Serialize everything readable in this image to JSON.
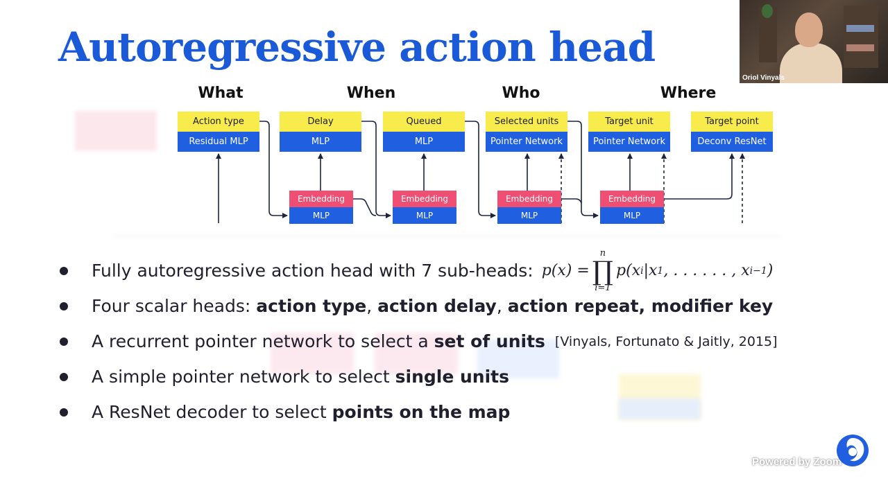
{
  "slide": {
    "title": "Autoregressive action head"
  },
  "columns": {
    "what": "What",
    "when": "When",
    "who": "Who",
    "where": "Where"
  },
  "heads": [
    {
      "top": "Action type",
      "bottom": "Residual MLP"
    },
    {
      "top": "Delay",
      "bottom": "MLP"
    },
    {
      "top": "Queued",
      "bottom": "MLP"
    },
    {
      "top": "Selected units",
      "bottom": "Pointer Network"
    },
    {
      "top": "Target unit",
      "bottom": "Pointer Network"
    },
    {
      "top": "Target point",
      "bottom": "Deconv ResNet"
    }
  ],
  "embeddings": [
    {
      "top": "Embedding",
      "bottom": "MLP"
    },
    {
      "top": "Embedding",
      "bottom": "MLP"
    },
    {
      "top": "Embedding",
      "bottom": "MLP"
    },
    {
      "top": "Embedding",
      "bottom": "MLP"
    }
  ],
  "bullets": {
    "b1_text": "Fully autoregressive action head with 7 sub-heads:",
    "b1_math": {
      "lhs": "p(x) =",
      "prod_top": "n",
      "prod_bottom": "i=1",
      "rhs_pre": "p(x",
      "rhs_i": "i",
      "rhs_mid": "|x",
      "rhs_1": "1",
      "rhs_dots": ", . . . . . . , x",
      "rhs_last": "i−1",
      "rhs_end": ")"
    },
    "b2_prefix": "Four scalar heads: ",
    "b2_bold1": "action type",
    "b2_sep1": ", ",
    "b2_bold2": "action delay",
    "b2_sep2": ", ",
    "b2_bold3": "action repeat, modifier key",
    "b3_prefix": "A recurrent pointer network to select a ",
    "b3_bold": "set of units",
    "b3_cite": "[Vinyals, Fortunato & Jaitly, 2015]",
    "b4_prefix": "A simple pointer network to select ",
    "b4_bold": "single units",
    "b5_prefix": "A ResNet decoder to select ",
    "b5_bold": "points on the map"
  },
  "video": {
    "participant_name": "Oriol Vinyals"
  },
  "watermark": {
    "text": "Powered by Zoom"
  },
  "colors": {
    "title_blue": "#1a5ad8",
    "head_yellow": "#f7ec4b",
    "block_blue": "#1f5fe0",
    "embedding_pink": "#ef4f73",
    "text_dark": "#1f1f2e"
  }
}
